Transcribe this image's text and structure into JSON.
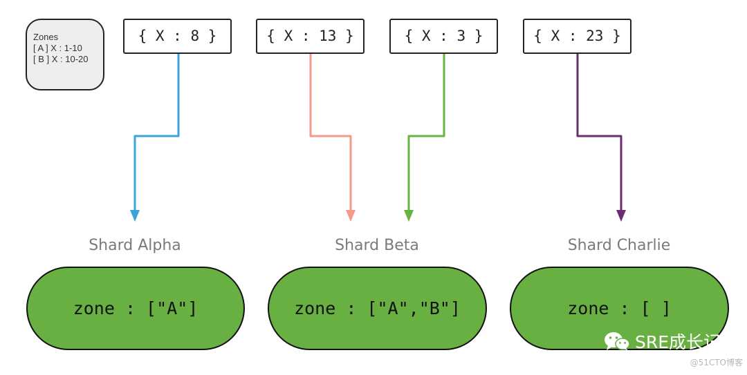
{
  "legend": {
    "title": "Zones",
    "lines": [
      "[ A ] X :  1-10",
      "[ B ] X : 10-20"
    ]
  },
  "documents": [
    {
      "label": "{ X : 8 }",
      "target": "Shard Alpha",
      "color": "#3aa3dc"
    },
    {
      "label": "{ X : 13 }",
      "target": "Shard Beta",
      "color": "#f59a8a"
    },
    {
      "label": "{ X : 3 }",
      "target": "Shard Beta",
      "color": "#64b43e"
    },
    {
      "label": "{ X : 23 }",
      "target": "Shard Charlie",
      "color": "#6b2d70"
    }
  ],
  "shards": [
    {
      "title": "Shard Alpha",
      "zone": "zone : [\"A\"]"
    },
    {
      "title": "Shard Beta",
      "zone": "zone : [\"A\",\"B\"]"
    },
    {
      "title": "Shard Charlie",
      "zone": "zone : [ ]"
    }
  ],
  "colors": {
    "shard_fill": "#67b041",
    "legend_fill": "#eeeeee",
    "title_text": "#7a7a7a"
  },
  "watermark": {
    "icon": "wechat-icon",
    "text": "SRE成长记",
    "source": "@51CTO博客"
  }
}
